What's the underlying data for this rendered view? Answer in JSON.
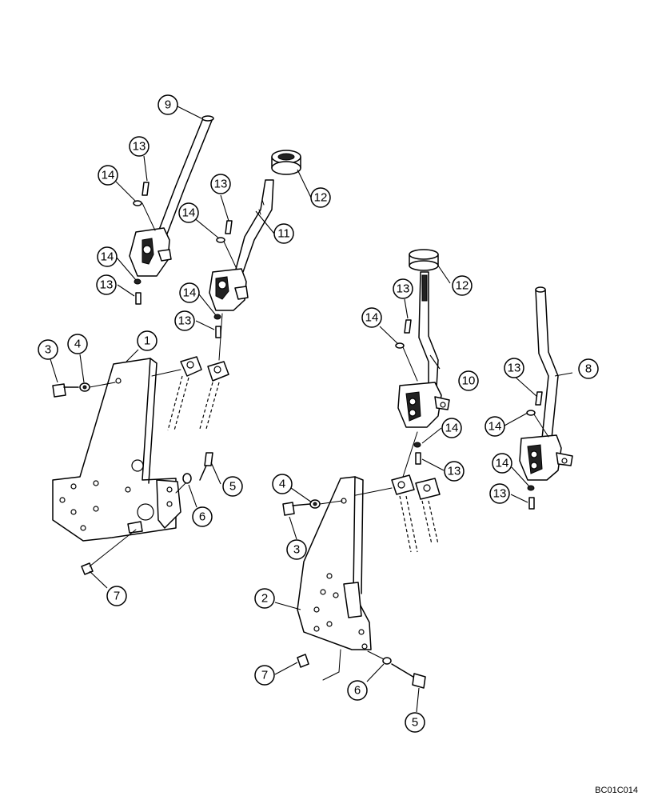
{
  "diagram": {
    "reference_code": "BC01C014",
    "callouts": [
      {
        "id": "c9",
        "label": "9"
      },
      {
        "id": "c13a",
        "label": "13"
      },
      {
        "id": "c14a",
        "label": "14"
      },
      {
        "id": "c13b",
        "label": "13"
      },
      {
        "id": "c14b",
        "label": "14"
      },
      {
        "id": "c12a",
        "label": "12"
      },
      {
        "id": "c11",
        "label": "11"
      },
      {
        "id": "c14c",
        "label": "14"
      },
      {
        "id": "c13c",
        "label": "13"
      },
      {
        "id": "c14d",
        "label": "14"
      },
      {
        "id": "c13d",
        "label": "13"
      },
      {
        "id": "c3a",
        "label": "3"
      },
      {
        "id": "c4a",
        "label": "4"
      },
      {
        "id": "c1",
        "label": "1"
      },
      {
        "id": "c5a",
        "label": "5"
      },
      {
        "id": "c6a",
        "label": "6"
      },
      {
        "id": "c7a",
        "label": "7"
      },
      {
        "id": "c12b",
        "label": "12"
      },
      {
        "id": "c13e",
        "label": "13"
      },
      {
        "id": "c14e",
        "label": "14"
      },
      {
        "id": "c10",
        "label": "10"
      },
      {
        "id": "c13f",
        "label": "13"
      },
      {
        "id": "c8",
        "label": "8"
      },
      {
        "id": "c14f",
        "label": "14"
      },
      {
        "id": "c14g",
        "label": "14"
      },
      {
        "id": "c13g",
        "label": "13"
      },
      {
        "id": "c14h",
        "label": "14"
      },
      {
        "id": "c13h",
        "label": "13"
      },
      {
        "id": "c4b",
        "label": "4"
      },
      {
        "id": "c3b",
        "label": "3"
      },
      {
        "id": "c2",
        "label": "2"
      },
      {
        "id": "c7b",
        "label": "7"
      },
      {
        "id": "c6b",
        "label": "6"
      },
      {
        "id": "c5b",
        "label": "5"
      }
    ]
  }
}
